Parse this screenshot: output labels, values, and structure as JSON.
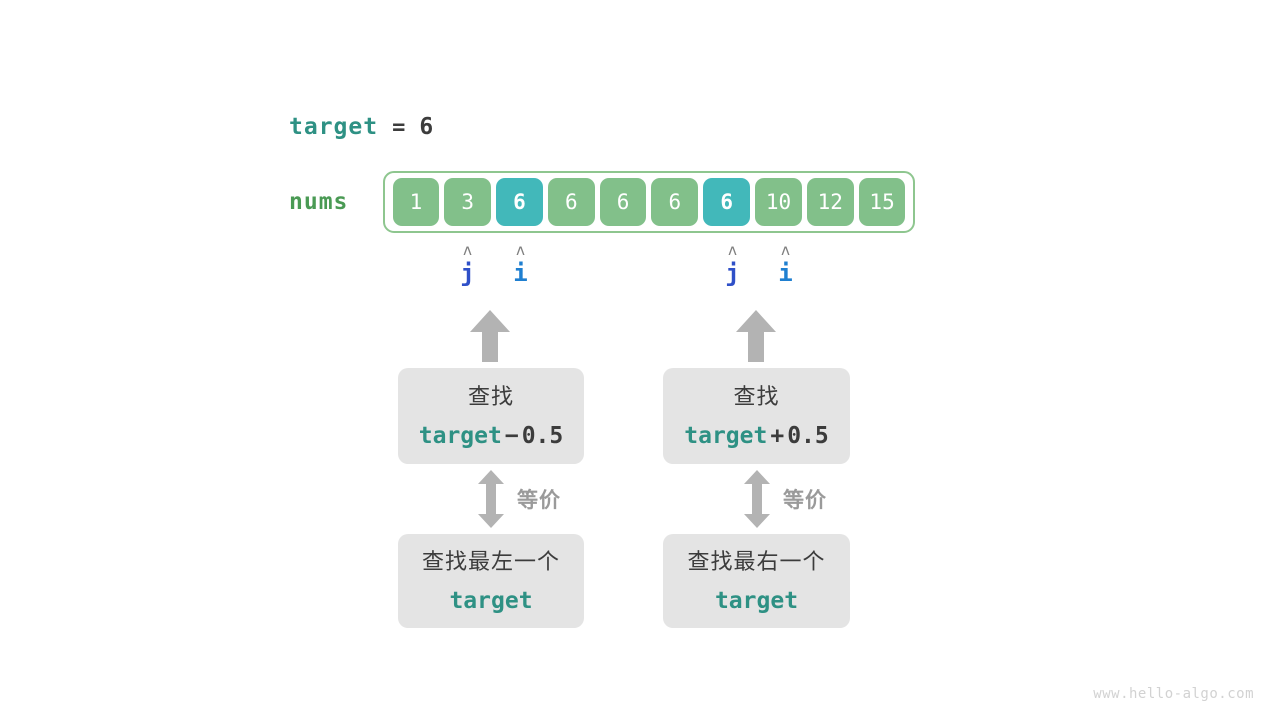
{
  "diagram": {
    "target": {
      "name": "target",
      "equals": "=",
      "value": "6"
    },
    "array": {
      "label": "nums",
      "cells": [
        {
          "value": "1",
          "highlighted": false
        },
        {
          "value": "3",
          "highlighted": false
        },
        {
          "value": "6",
          "highlighted": true
        },
        {
          "value": "6",
          "highlighted": false
        },
        {
          "value": "6",
          "highlighted": false
        },
        {
          "value": "6",
          "highlighted": false
        },
        {
          "value": "6",
          "highlighted": true
        },
        {
          "value": "10",
          "highlighted": false
        },
        {
          "value": "12",
          "highlighted": false
        },
        {
          "value": "15",
          "highlighted": false
        }
      ]
    },
    "pointers": [
      {
        "name": "j",
        "caret": "ʌ",
        "cell_index": 1,
        "group": "left"
      },
      {
        "name": "i",
        "caret": "ʌ",
        "cell_index": 2,
        "group": "left"
      },
      {
        "name": "j",
        "caret": "ʌ",
        "cell_index": 6,
        "group": "right"
      },
      {
        "name": "i",
        "caret": "ʌ",
        "cell_index": 7,
        "group": "right"
      }
    ],
    "branches": [
      {
        "id": "left",
        "upper_box": {
          "line1": "查找",
          "expr_name": "target",
          "expr_op": "−",
          "expr_operand": "0.5"
        },
        "equivalence_label": "等价",
        "lower_box": {
          "line1": "查找最左一个",
          "line2": "target"
        }
      },
      {
        "id": "right",
        "upper_box": {
          "line1": "查找",
          "expr_name": "target",
          "expr_op": "+",
          "expr_operand": "0.5"
        },
        "equivalence_label": "等价",
        "lower_box": {
          "line1": "查找最右一个",
          "line2": "target"
        }
      }
    ],
    "watermark": "www.hello-algo.com",
    "colors": {
      "cell_normal": "#82c08a",
      "cell_highlight": "#42b8ba",
      "array_border": "#8ec68f",
      "target_teal": "#2e9184",
      "nums_green": "#4a9a54",
      "pointer_j_blue": "#2f50c8",
      "pointer_i_blue": "#1f7fd0",
      "box_gray": "#e4e4e4",
      "arrow_gray": "#b3b3b3",
      "text_dark": "#3c3c3c",
      "watermark_gray": "#d2d2d2"
    }
  }
}
